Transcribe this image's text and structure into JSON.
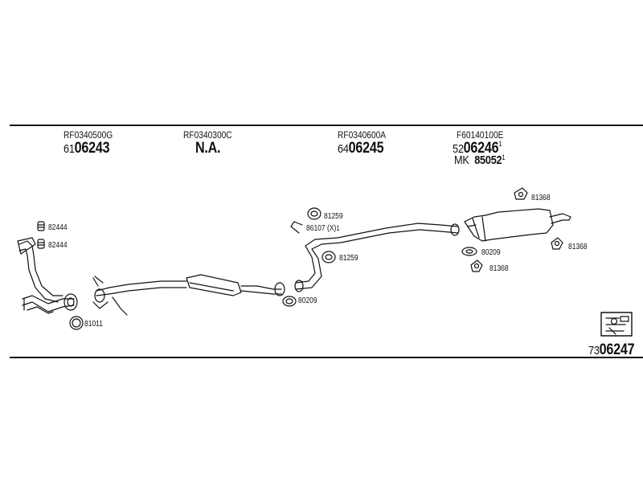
{
  "groups": [
    {
      "code": "RF0340500G",
      "prefix": "61",
      "number": "06243",
      "sup": ""
    },
    {
      "code": "RF0340300C",
      "prefix": "",
      "number": "N.A.",
      "sup": ""
    },
    {
      "code": "RF0340600A",
      "prefix": "64",
      "number": "06245",
      "sup": ""
    },
    {
      "code": "F60140100E",
      "prefix": "52",
      "number": "06246",
      "sup": "1"
    }
  ],
  "extra": {
    "prefix": "MK",
    "number": "85052",
    "sup": "1"
  },
  "parts": {
    "p82444a": "82444",
    "p82444b": "82444",
    "p81011": "81011",
    "p81259a": "81259",
    "p86107": "86107 (X)",
    "p86107sup": "1",
    "p81259b": "81259",
    "p80209a": "80209",
    "p81368a": "81368",
    "p81368b": "81368",
    "p80209b": "80209",
    "p81368c": "81368"
  },
  "footer": {
    "prefix": "73",
    "number": "06247"
  }
}
